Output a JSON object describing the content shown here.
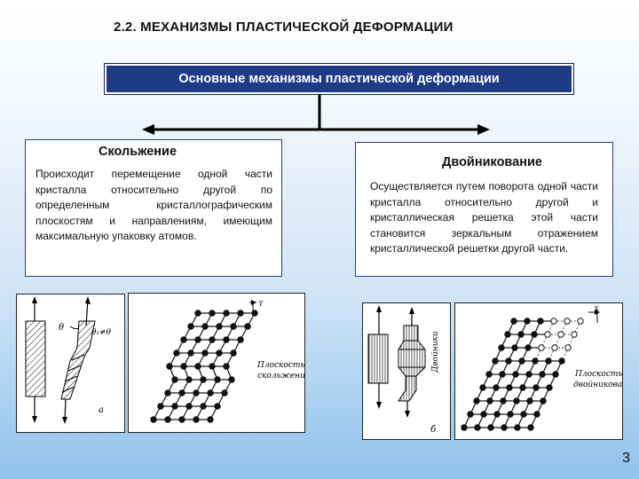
{
  "title": "2.2. МЕХАНИЗМЫ ПЛАСТИЧЕСКОЙ  ДЕФОРМАЦИИ",
  "header_box": "Основные механизмы пластической деформации",
  "slip": {
    "heading": "Скольжение",
    "text": "Происходит перемещение одной части кристалла относительно другой по определенным кристаллографическим плоскостям и направлениям, имеющим максимальную упаковку атомов.",
    "fig_theta": "θ",
    "fig_theta1": "θ₁≠θ",
    "fig_letter": "а",
    "lattice_tau": "τ",
    "lattice_label_1": "Плоскость",
    "lattice_label_2": "скольжения"
  },
  "twin": {
    "heading": "Двойникование",
    "text": "Осуществляется путем поворота одной части кристалла относительно другой и кристаллическая решетка этой части становится зеркальным отражением кристаллической решетки другой части.",
    "fig_label": "Двойники",
    "fig_letter": "б",
    "lattice_tau": "τ",
    "lattice_label_1": "Плоскость",
    "lattice_label_2": "двойникования"
  },
  "slide_number": "3"
}
